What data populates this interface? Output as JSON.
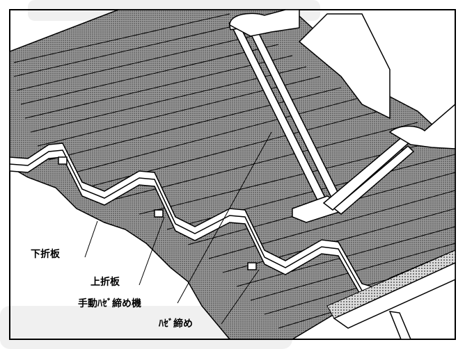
{
  "labels": {
    "lower_panel": "下折板",
    "upper_panel": "上折板",
    "hand_seamer": "手動ﾊｾﾞ締め機",
    "seam": "ﾊｾﾞ締め"
  },
  "colors": {
    "roof_fill": "#6e6e6e",
    "roof_line": "#000000",
    "edge_fill": "#ffffff",
    "watermark": "#efefef",
    "border": "#000000"
  }
}
